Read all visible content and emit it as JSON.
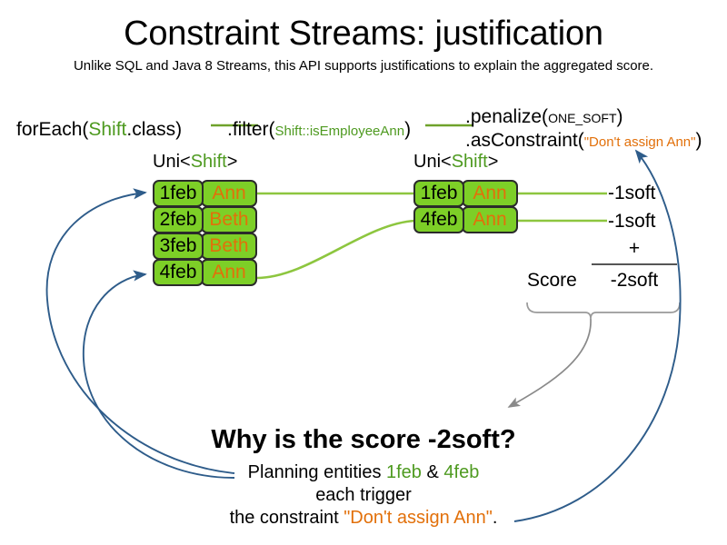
{
  "slide": {
    "title": "Constraint Streams: justification",
    "subtitle": "Unlike SQL and Java 8 Streams, this API supports justifications to explain the aggregated score."
  },
  "pipeline": {
    "foreach": {
      "call": "forEach(",
      "type": "Shift",
      "suffix": ".class)"
    },
    "filter": {
      "call": ".filter(",
      "arg": "Shift::isEmployeeAnn",
      "suffix": ")"
    },
    "penalize": {
      "call": ".penalize(",
      "arg": "ONE_SOFT",
      "suffix": ")"
    },
    "as_constraint": {
      "call": ".asConstraint(",
      "arg": "\"Don't assign Ann\"",
      "suffix": ")"
    }
  },
  "streams": {
    "left": {
      "label_prefix": "Uni<",
      "label_type": "Shift",
      "label_suffix": ">",
      "rows": [
        {
          "date": "1feb",
          "employee": "Ann"
        },
        {
          "date": "2feb",
          "employee": "Beth"
        },
        {
          "date": "3feb",
          "employee": "Beth"
        },
        {
          "date": "4feb",
          "employee": "Ann"
        }
      ]
    },
    "right": {
      "label_prefix": "Uni<",
      "label_type": "Shift",
      "label_suffix": ">",
      "rows": [
        {
          "date": "1feb",
          "employee": "Ann"
        },
        {
          "date": "4feb",
          "employee": "Ann"
        }
      ]
    }
  },
  "score": {
    "penalties": [
      "-1soft",
      "-1soft"
    ],
    "operator": "+",
    "label": "Score",
    "total": "-2soft"
  },
  "explanation": {
    "heading": "Why is the score -2soft?",
    "line1_prefix": "Planning entities ",
    "line1_entity_a": "1feb",
    "line1_amp": " & ",
    "line1_entity_b": "4feb",
    "line2": "each trigger",
    "line3_prefix": "the constraint ",
    "line3_constraint": "\"Don't assign Ann\"",
    "line3_suffix": "."
  },
  "colors": {
    "type_green": "#4E9A20",
    "string_orange": "#E2700A",
    "box_fill": "#7DCF27",
    "box_border": "#2B2B2B",
    "wire_green": "#8DC63F",
    "arrow_blue": "#2E5C8A",
    "brace_grey": "#9A9A9A"
  }
}
